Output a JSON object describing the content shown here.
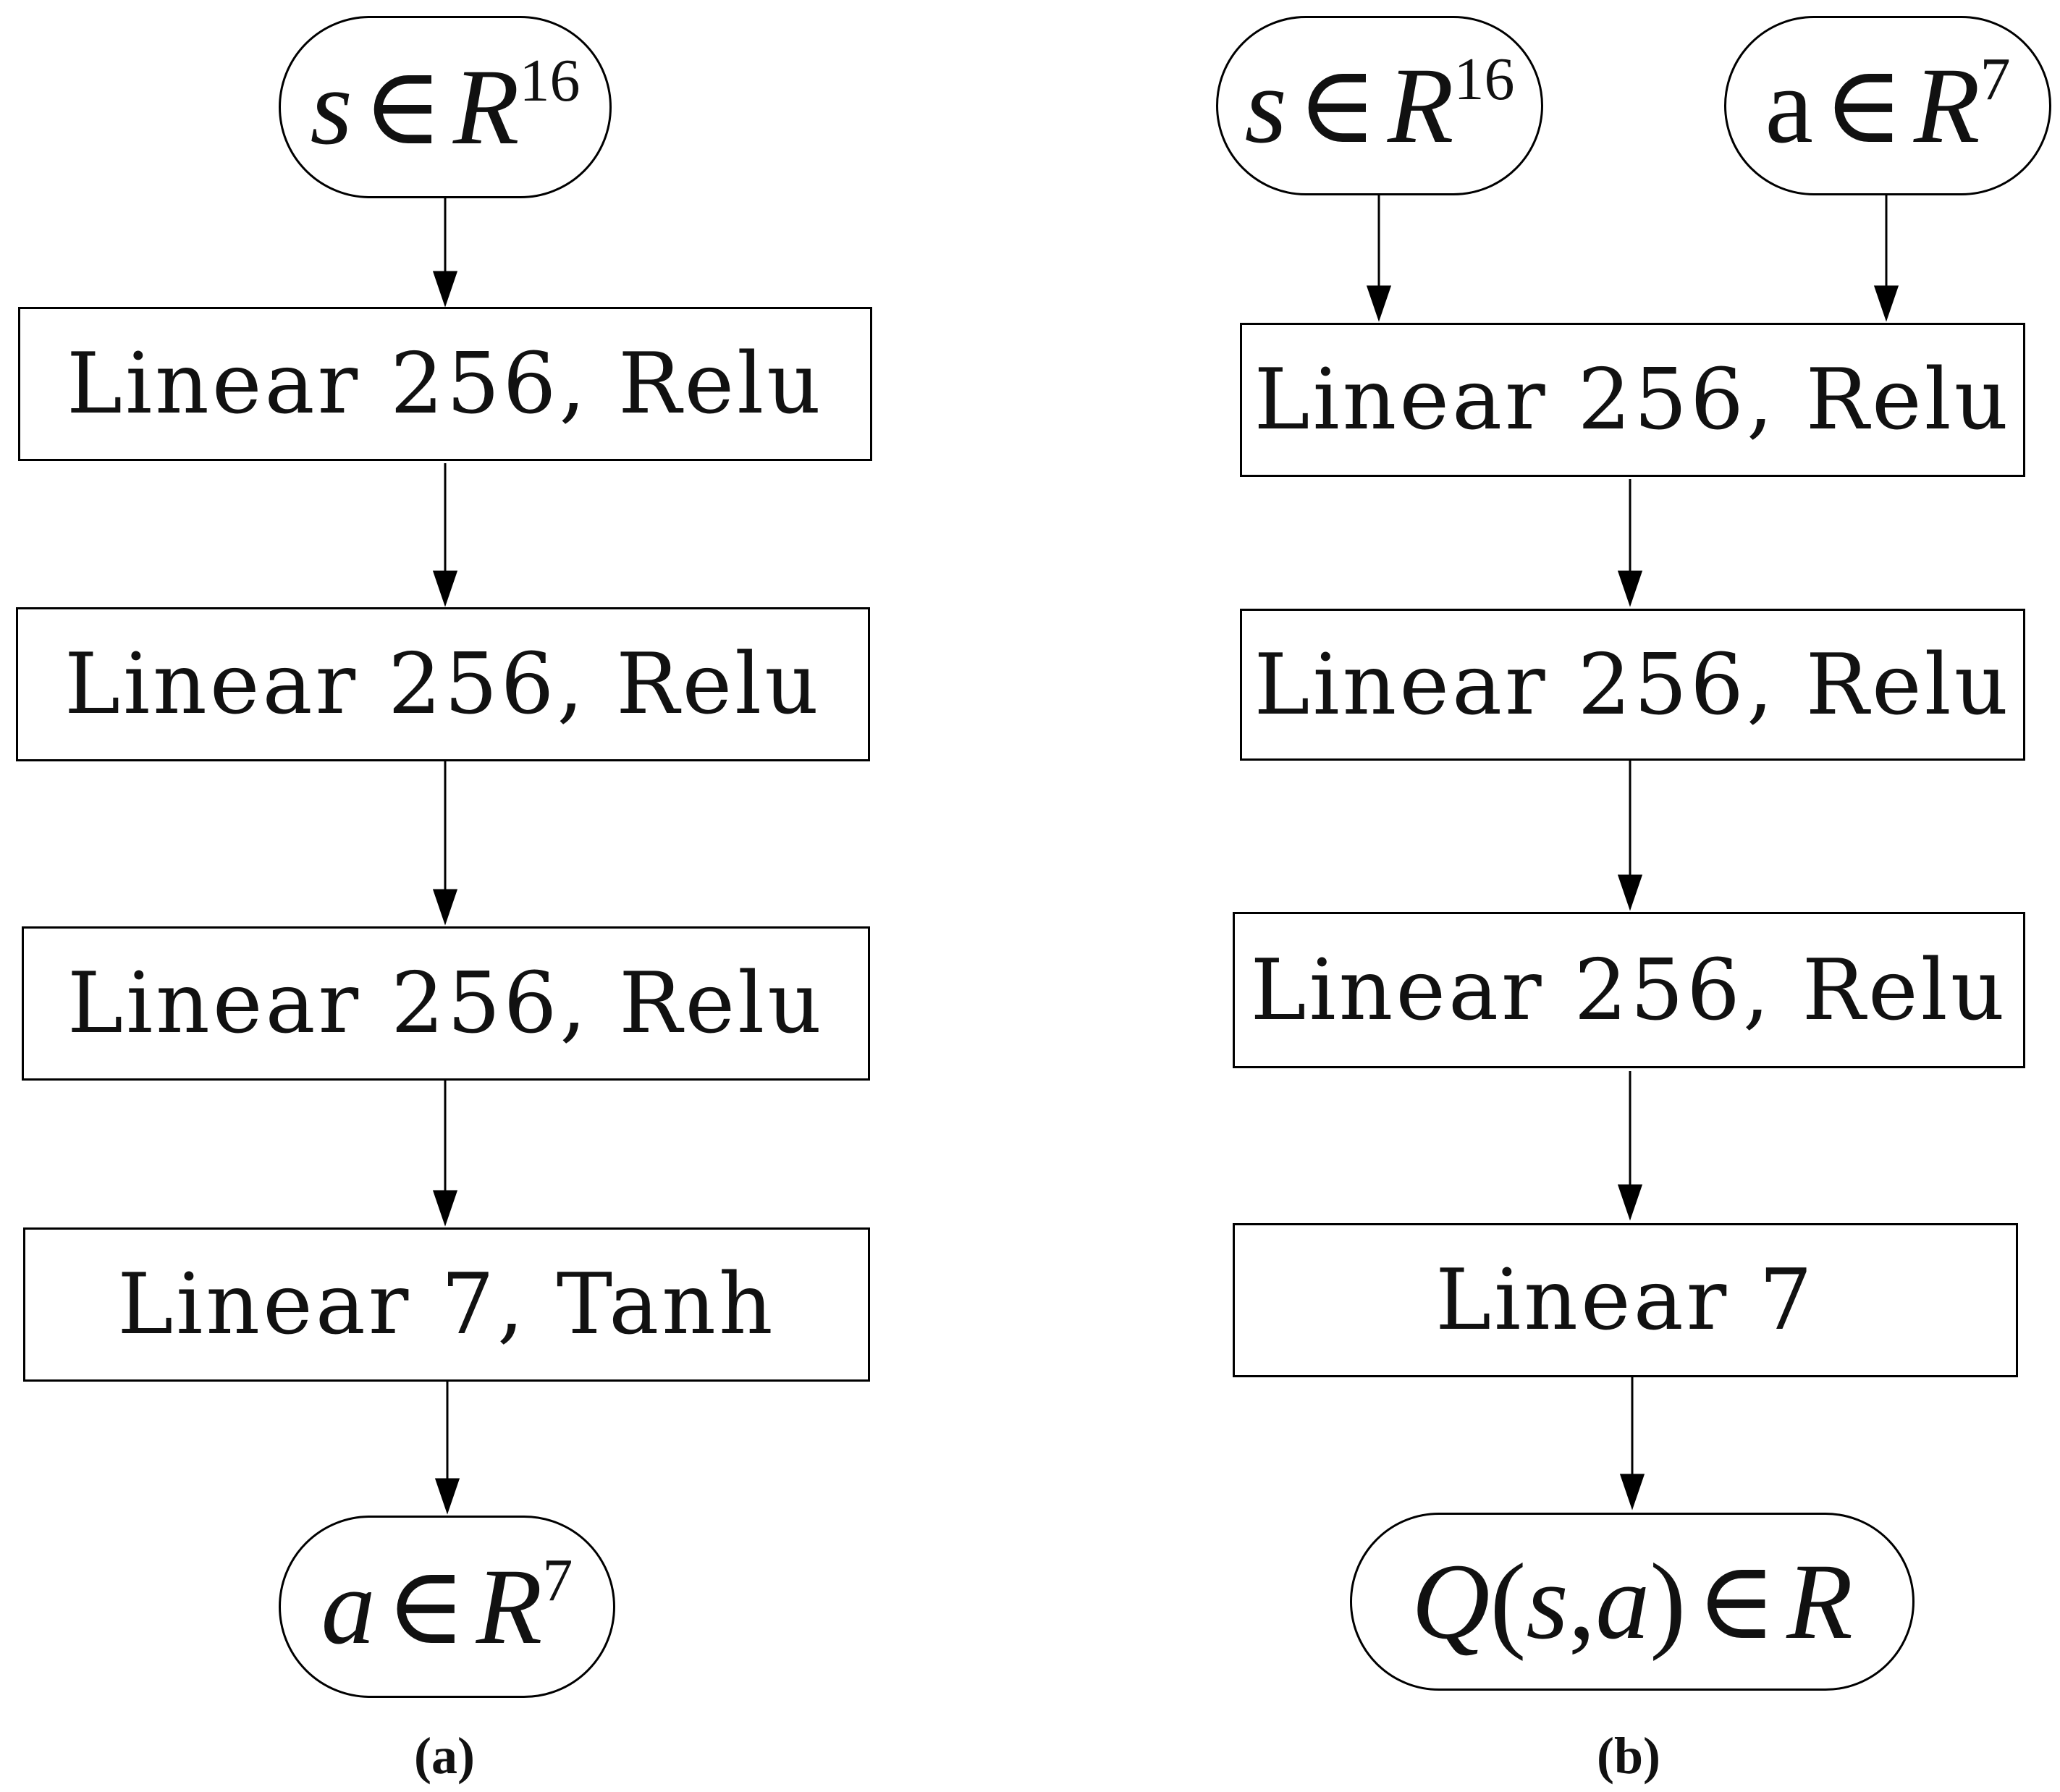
{
  "panel_a": {
    "input": {
      "var": "s",
      "op": "∈",
      "set": "R",
      "exp": "16"
    },
    "layers": [
      "Linear 256, Relu",
      "Linear 256, Relu",
      "Linear 256, Relu",
      "Linear 7, Tanh"
    ],
    "output": {
      "var": "a",
      "op": "∈",
      "set": "R",
      "exp": "7"
    },
    "caption": "(a)"
  },
  "panel_b": {
    "input_state": {
      "var": "s",
      "op": "∈",
      "set": "R",
      "exp": "16"
    },
    "input_action": {
      "var": "a",
      "op": "∈",
      "set": "R",
      "exp": "7"
    },
    "layers": [
      "Linear 256, Relu",
      "Linear 256, Relu",
      "Linear 256, Relu",
      "Linear 7"
    ],
    "output": {
      "fn": "Q",
      "open": "(",
      "arg1": "s",
      "comma": ",",
      "arg2": "a",
      "close": ")",
      "op": "∈",
      "set": "R"
    },
    "caption": "(b)"
  }
}
